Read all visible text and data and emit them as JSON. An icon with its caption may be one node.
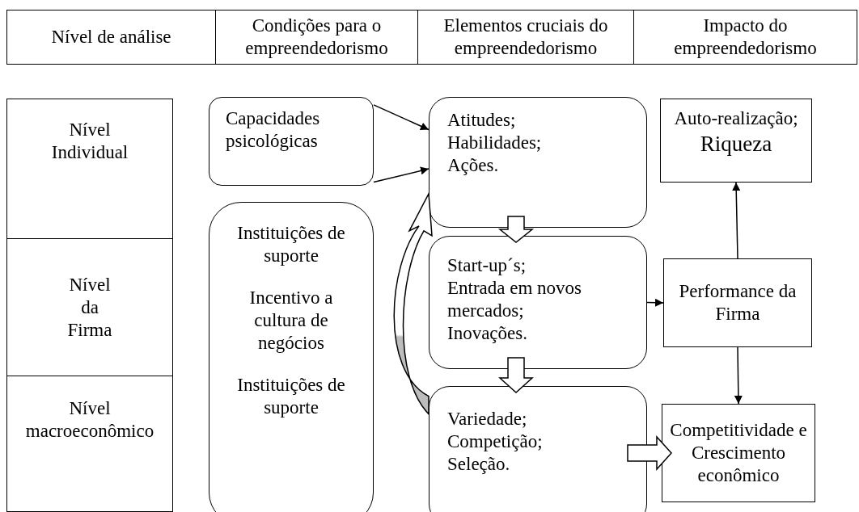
{
  "diagram": {
    "nodes": [
      {
        "text": [
          "Nível de análise"
        ]
      },
      {
        "text": [
          "Condições para o empreendedorismo"
        ]
      },
      {
        "text": [
          "Elementos cruciais do empreendedorismo"
        ]
      },
      {
        "text": [
          "Impacto do empreendedorismo"
        ]
      },
      {
        "text": [
          "Nível Individual"
        ]
      },
      {
        "text": [
          "Nível da Firma"
        ]
      },
      {
        "text": [
          "Nível macroeconômico"
        ]
      },
      {
        "text": [
          "Capacidades psicológicas"
        ]
      },
      {
        "text": [
          "Instituições de suporte",
          "Incentivo a cultura de negócios",
          "Instituições de suporte"
        ]
      },
      {
        "text": [
          "Atitudes; Habilidades; Ações."
        ]
      },
      {
        "text": [
          "Start-up´s; Entrada em novos mercados; Inovações."
        ]
      },
      {
        "text": [
          "Variedade; Competição; Seleção."
        ]
      },
      {
        "text": [
          "Auto-realização;",
          "Riqueza"
        ]
      },
      {
        "text": [
          "Performance da Firma"
        ]
      },
      {
        "text": [
          "Competitividade e Crescimento econômico"
        ]
      }
    ],
    "edges": [
      {
        "from": 7,
        "to": 9,
        "arrow": "to"
      },
      {
        "from": 7,
        "to": 9,
        "arrow": "to"
      },
      {
        "from": 9,
        "to": 10,
        "arrow": "to",
        "style": "thick"
      },
      {
        "from": 10,
        "to": 11,
        "arrow": "to",
        "style": "thick"
      },
      {
        "from": 11,
        "to": 9,
        "arrow": "to",
        "style": "thick"
      },
      {
        "from": 10,
        "to": 13,
        "arrow": "to"
      },
      {
        "from": 13,
        "to": 12,
        "arrow": "to"
      },
      {
        "from": 13,
        "to": 14,
        "arrow": "to"
      },
      {
        "from": 11,
        "to": 14,
        "arrow": "to",
        "style": "thick"
      }
    ]
  }
}
